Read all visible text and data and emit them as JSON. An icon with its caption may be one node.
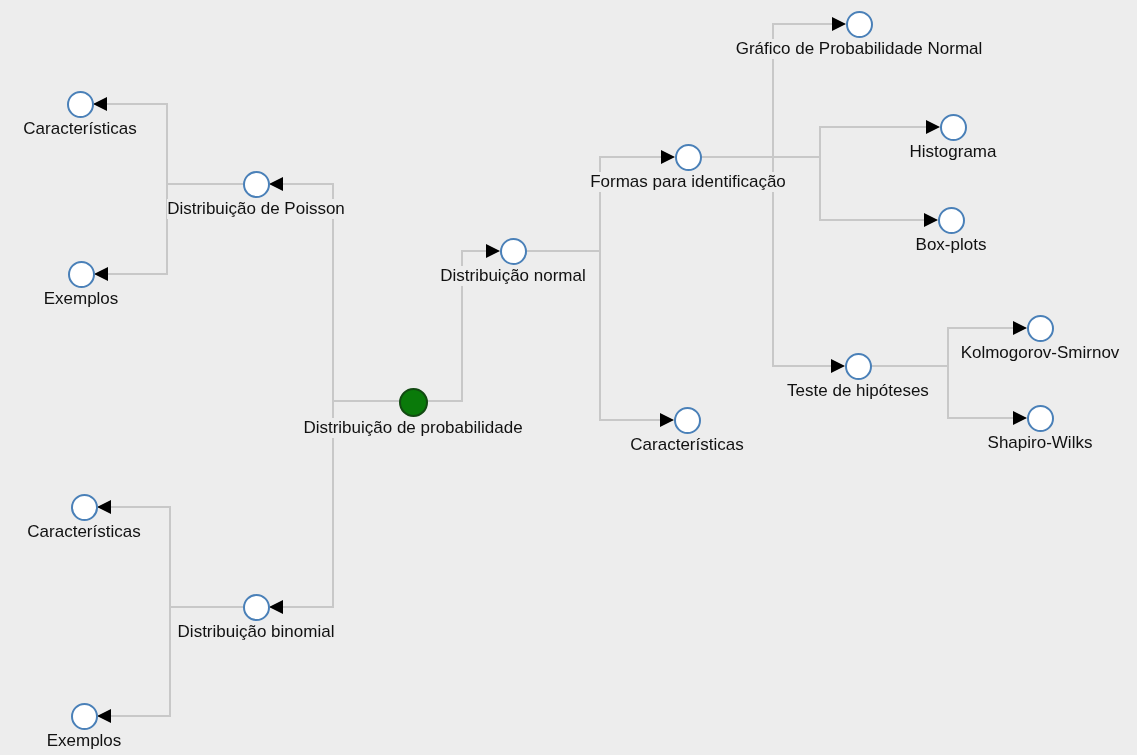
{
  "diagram": {
    "nodes": [
      {
        "text": [
          "Distribuição de probabilidade"
        ]
      },
      {
        "text": [
          "Distribuição de Poisson"
        ]
      },
      {
        "text": [
          "Características"
        ]
      },
      {
        "text": [
          "Exemplos"
        ]
      },
      {
        "text": [
          "Distribuição binomial"
        ]
      },
      {
        "text": [
          "Características"
        ]
      },
      {
        "text": [
          "Exemplos"
        ]
      },
      {
        "text": [
          "Distribuição normal"
        ]
      },
      {
        "text": [
          "Formas para identificação"
        ]
      },
      {
        "text": [
          "Gráfico de Probabilidade Normal"
        ]
      },
      {
        "text": [
          "Histograma"
        ]
      },
      {
        "text": [
          "Box-plots"
        ]
      },
      {
        "text": [
          "Teste de hipóteses"
        ]
      },
      {
        "text": [
          "Kolmogorov-Smirnov"
        ]
      },
      {
        "text": [
          "Shapiro-Wilks"
        ]
      },
      {
        "text": [
          "Características"
        ]
      }
    ],
    "edges": [
      {
        "from": 0,
        "to": 1,
        "arrow": "to"
      },
      {
        "from": 0,
        "to": 4,
        "arrow": "to"
      },
      {
        "from": 1,
        "to": 2,
        "arrow": "to"
      },
      {
        "from": 1,
        "to": 3,
        "arrow": "to"
      },
      {
        "from": 4,
        "to": 5,
        "arrow": "to"
      },
      {
        "from": 4,
        "to": 6,
        "arrow": "to"
      },
      {
        "from": 0,
        "to": 7,
        "arrow": "to"
      },
      {
        "from": 7,
        "to": 8,
        "arrow": "to"
      },
      {
        "from": 7,
        "to": 15,
        "arrow": "to"
      },
      {
        "from": 8,
        "to": 9,
        "arrow": "to"
      },
      {
        "from": 8,
        "to": 12,
        "arrow": "to"
      },
      {
        "from": 8,
        "to": 10,
        "arrow": "to"
      },
      {
        "from": 8,
        "to": 11,
        "arrow": "to"
      },
      {
        "from": 12,
        "to": 13,
        "arrow": "to"
      },
      {
        "from": 12,
        "to": 14,
        "arrow": "to"
      }
    ]
  }
}
